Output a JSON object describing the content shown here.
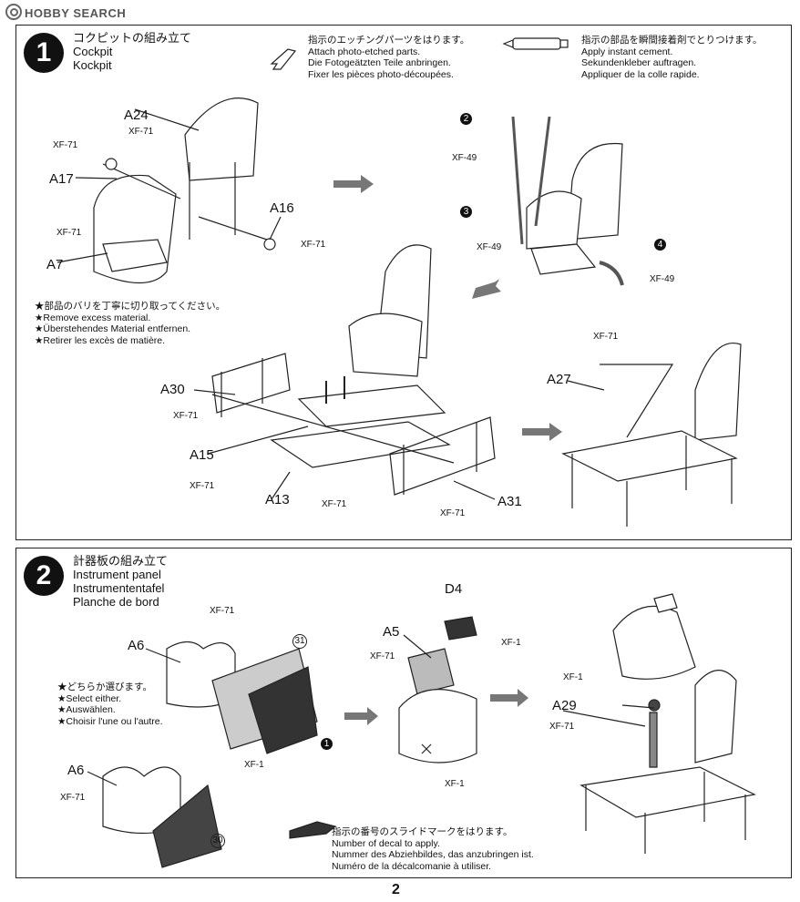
{
  "watermark": "HOBBY SEARCH",
  "page_number": "2",
  "step1": {
    "number": "1",
    "title_jp": "コクピットの組み立て",
    "title_en": "Cockpit",
    "title_de": "Kockpit",
    "pe_note": [
      "指示のエッチングパーツをはります。",
      "Attach photo-etched parts.",
      "Die Fotogeätzten Teile anbringen.",
      "Fixer les pièces photo-découpées."
    ],
    "cement_note": [
      "指示の部品を瞬間接着剤でとりつけます。",
      "Apply instant cement.",
      "Sekundenkleber auftragen.",
      "Appliquer de la colle rapide."
    ],
    "excess_note": [
      "★部品のバリを丁寧に切り取ってください。",
      "★Remove excess material.",
      "★Überstehendes Material entfernen.",
      "★Retirer les excès de matière."
    ],
    "parts": {
      "a24": "A24",
      "a17": "A17",
      "a7": "A7",
      "a16": "A16",
      "a30": "A30",
      "a15": "A15",
      "a13": "A13",
      "a31": "A31",
      "a27": "A27"
    },
    "paints": {
      "xf71": "XF-71",
      "xf49": "XF-49"
    },
    "pe_numbers": [
      "2",
      "3",
      "4"
    ]
  },
  "step2": {
    "number": "2",
    "title_jp": "計器板の組み立て",
    "title_en": "Instrument panel",
    "title_de": "Instrumententafel",
    "title_fr": "Planche de bord",
    "either_note": [
      "★どちらか選びます。",
      "★Select either.",
      "★Auswählen.",
      "★Choisir l'une ou l'autre."
    ],
    "decal_note": [
      "指示の番号のスライドマークをはります。",
      "Number of decal to apply.",
      "Nummer des Abziehbildes, das anzubringen ist.",
      "Numéro de la décalcomanie à utiliser."
    ],
    "parts": {
      "a6": "A6",
      "a5": "A5",
      "d4": "D4",
      "a29": "A29"
    },
    "paints": {
      "xf71": "XF-71",
      "xf1": "XF-1"
    },
    "decals": {
      "d31": "31",
      "d30": "30"
    },
    "pe_number": "1"
  }
}
